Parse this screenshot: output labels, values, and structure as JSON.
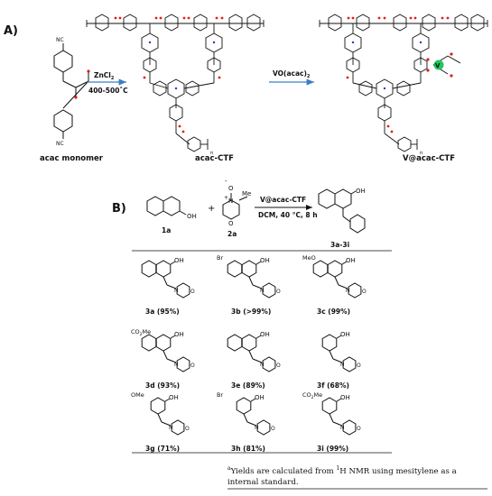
{
  "panel_a": {
    "label": "A)",
    "monomer": {
      "label": "acac monomer",
      "nc_top": "NC",
      "nc_bottom": "NC"
    },
    "step1": {
      "reagent": "ZnCl",
      "reagent_sub": "2",
      "conditions": "400-500˚C"
    },
    "acac_ctf": {
      "label": "acac-CTF",
      "n": "n"
    },
    "step2": {
      "reagent": "VO(acac)",
      "reagent_sub": "2"
    },
    "v_ctf": {
      "label": "V@acac-CTF",
      "n": "n",
      "metal": "V"
    }
  },
  "panel_b": {
    "label": "B)",
    "reaction": {
      "reagent": "V@acac-CTF",
      "conditions": "DCM, 40 °C, 8 h",
      "r1": "1a",
      "r2": "2a",
      "product": "3a-3i",
      "plus": "+",
      "oh": "OH",
      "n_minus_o": "O",
      "minus": "-",
      "n_plus": "N",
      "plus_sign": "+",
      "me": "Me",
      "o": "O"
    },
    "products": [
      {
        "id": "3a",
        "yield": "(95%)",
        "label": "3a (95%)"
      },
      {
        "id": "3b",
        "yield": "(>99%)",
        "label": "3b (>99%)",
        "sub": "Br"
      },
      {
        "id": "3c",
        "yield": "(99%)",
        "label": "3c (99%)",
        "sub": "MeO"
      },
      {
        "id": "3d",
        "yield": "(93%)",
        "label": "3d (93%)",
        "sub": "CO",
        "sub2": "2",
        "sub3": "Me"
      },
      {
        "id": "3e",
        "yield": "(89%)",
        "label": "3e (89%)"
      },
      {
        "id": "3f",
        "yield": "(68%)",
        "label": "3f (68%)"
      },
      {
        "id": "3g",
        "yield": "(71%)",
        "label": "3g (71%)",
        "sub": "OMe"
      },
      {
        "id": "3h",
        "yield": "(81%)",
        "label": "3h (81%)",
        "sub": "Br"
      },
      {
        "id": "3i",
        "yield": "(99%)",
        "label": "3i (99%)",
        "sub": "CO",
        "sub2": "2",
        "sub3": "Me"
      }
    ],
    "footnote": {
      "mark": "a",
      "text_pre": "Yields are calculated from ",
      "iso": "1",
      "text_post": "H NMR using mesitylene as a internal standard."
    }
  },
  "colors": {
    "ink": "#111111",
    "arrow": "#3a7fc4",
    "vanadium": "#22c55e",
    "oxygen": "#e11d1d",
    "triazine": "#1f3fbf"
  },
  "atoms": {
    "oh": "OH",
    "o": "O",
    "n": "N"
  }
}
